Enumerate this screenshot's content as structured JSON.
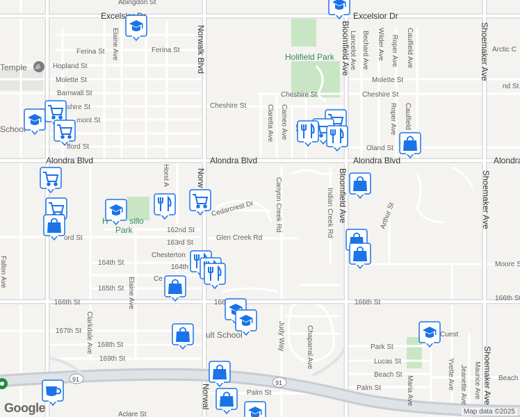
{
  "roads": {
    "excelsior_w": "Excelsior Dr",
    "excelsior_e": "Excelsior Dr",
    "alondra_w": "Alondra Blvd",
    "alondra_c": "Alondra Blvd",
    "alondra_e": "Alondra Blvd",
    "alondra_far": "Alondra",
    "norwalk_n": "Norwalk Blvd",
    "norwalk_s": "Norwal",
    "norwalk_mid": "Norw",
    "bloomfield_n": "Bloomfield Ave",
    "bloomfield_s": "Bloomfield Ave",
    "shoemaker_n": "Shoemaker Ave",
    "shoemaker_c": "Shoemaker Ave",
    "shoemaker_s": "Shoemaker Ave",
    "hwy": "91"
  },
  "streets": {
    "abingdon": "Abingdon St",
    "elaine_n": "Elaine Ave",
    "ferina1": "Ferina St",
    "ferina2": "Ferina St",
    "hopland": "Hopland St",
    "molette_w": "Molette St",
    "molette_e": "Molette St",
    "barnwall": "Barnwall St",
    "cheshire_w": "shire St",
    "cheshire_c": "Cheshire St",
    "cheshire_e1": "Cheshire St",
    "cheshire_e2": "Cheshire St",
    "fremont": "mont St",
    "fford": "fford St",
    "claretta": "Claretta Ave",
    "cameo": "Cameo Ave",
    "sc": "Sc",
    "lancelot": "Lancelot Ave",
    "bechard": "Bechard Ave",
    "wilder": "Wilder Ave",
    "roper_n": "Roper Ave",
    "caulfield_n": "Caulfield Ave",
    "roper_s": "Roper Ave",
    "caulfield_s": "Caulfield",
    "arctic": "Arctic C",
    "nd": "nd St",
    "oland": "Oland St",
    "horst": "Horst A",
    "cedarcrest": "Cedarcrest Dr",
    "canyon_creek": "Canyon Creek Rd",
    "indian_creek": "Indian Creek Rd",
    "st_162": "162nd St",
    "st_163": "163rd St",
    "glen_creek": "Glen Creek Rd",
    "ord": "ord St",
    "chesterton": "Chesterton",
    "st_164w": "164th St",
    "st_164c": "164th",
    "st_165": "165th St",
    "ce": "Ce",
    "st_166w": "166th St",
    "st_166c": "166",
    "st_166e": "166th St",
    "st_166ee": "166th St",
    "clarkdale": "Clarkdale Ave",
    "elaine_s": "Elaine Ave",
    "fallon": "Fallon Ave",
    "st_167": "167th St",
    "st_168": "168th St",
    "st_169": "169th St",
    "arthur": "Arthur St",
    "moore": "Moore S",
    "judy": "Judy Way",
    "chaparral": "Chaparral Ave",
    "cuesta": "Cuest",
    "park": "Park St",
    "lucas": "Lucas St",
    "beach_c": "Beach St",
    "beach_e": "Beach",
    "palm_c": "Palm St",
    "palm_s": "Palm St",
    "maria": "Maria Ave",
    "yvette": "Yvette Ave",
    "jeanette": "Jeanette Ave",
    "maurice": "Maurice Ave",
    "aclare": "Aclare St"
  },
  "places": {
    "holifield_park": "Holifield Park",
    "park_left_1": "H",
    "park_left_2": "sillo",
    "park_left_3": "Park",
    "temple": "Temple",
    "school_left": "School",
    "school_bottom": "A",
    "school_bottom2": "ult School"
  },
  "attribution": "Map data ©2025",
  "logo": "Google",
  "colors": {
    "background": "#f4f3f0",
    "road": "#ffffff",
    "major_road": "#d9dbe0",
    "park": "#c8e6c4",
    "marker": "#1a73e8",
    "highway": "#c7cbd4"
  }
}
